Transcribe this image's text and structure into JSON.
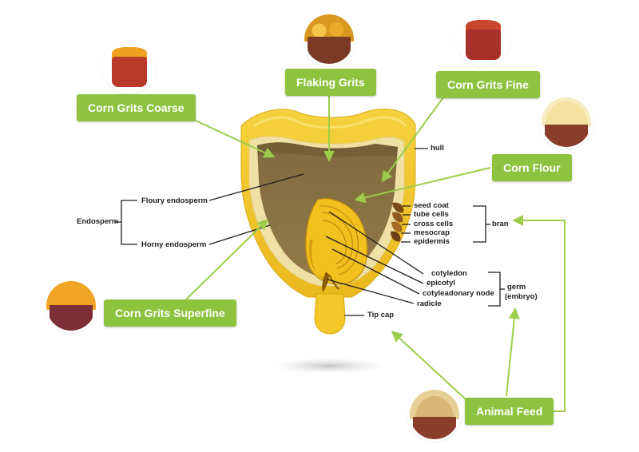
{
  "colors": {
    "callout_green": "#8ec33f",
    "arrow_green": "#9ccd4a",
    "hull_yellow": "#f1c72a",
    "endosperm_brown": "#8c7246",
    "germ_yellow": "#f3c11d"
  },
  "products": {
    "flaking_grits": "Flaking Grits",
    "corn_grits_fine": "Corn Grits Fine",
    "corn_grits_coarse": "Corn Grits Coarse",
    "corn_flour": "Corn Flour",
    "corn_grits_superfine": "Corn Grits Superfine",
    "animal_feed": "Animal Feed"
  },
  "photos": {
    "flaking_grits": "kernels-in-bowl-image",
    "corn_grits_fine": "grits-in-bag-image",
    "corn_grits_coarse": "grits-in-sack-image",
    "corn_flour": "flour-in-bowl-image",
    "corn_grits_superfine": "superfine-grits-in-bowl-image",
    "animal_feed": "feed-in-bowl-image"
  },
  "labels": {
    "hull": "hull",
    "floury_endosperm": "Floury endosperm",
    "horny_endosperm": "Horny endosperm",
    "endosperm": "Endosperm",
    "seed_coat": "seed coat",
    "tube_cells": "tube cells",
    "cross_cells": "cross cells",
    "mesocrap": "mesocrap",
    "epidermis": "epidermis",
    "bran": "bran",
    "cotyledon": "cotyledon",
    "epicotyl": "epicotyl",
    "cotyleadonary_node": "cotyleadonary node",
    "radicle": "radicle",
    "germ": "germ",
    "embryo": "(embryo)",
    "tip_cap": "Tip cap"
  }
}
